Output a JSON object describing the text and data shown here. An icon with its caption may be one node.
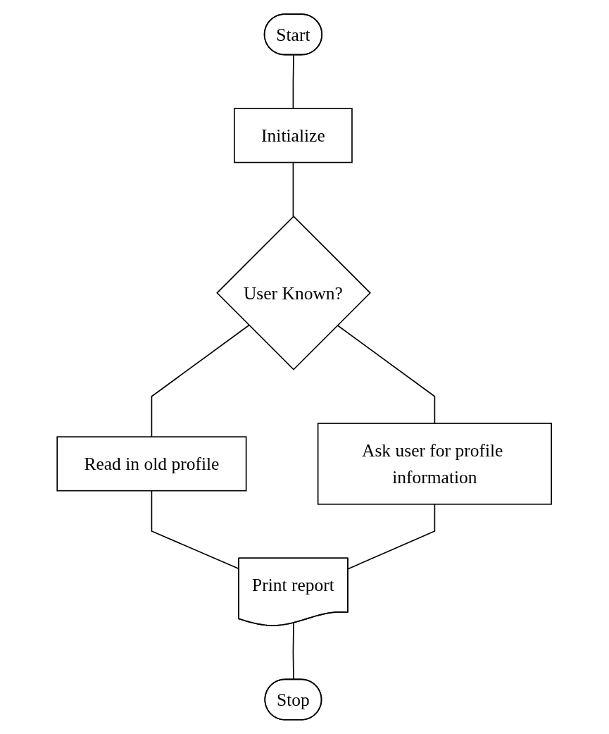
{
  "diagram": {
    "nodes": [
      {
        "text": [
          "Start"
        ]
      },
      {
        "text": [
          "Initialize"
        ]
      },
      {
        "text": [
          "User Known?"
        ]
      },
      {
        "text": [
          "Read in old profile"
        ]
      },
      {
        "text": [
          "Ask user for profile information"
        ]
      },
      {
        "text": [
          "Print report"
        ]
      },
      {
        "text": [
          "Stop"
        ]
      }
    ],
    "edges": [
      {
        "from": 0,
        "to": 1,
        "arrow": "none"
      },
      {
        "from": 1,
        "to": 2,
        "arrow": "none"
      },
      {
        "from": 2,
        "to": 3,
        "arrow": "none"
      },
      {
        "from": 2,
        "to": 4,
        "arrow": "none"
      },
      {
        "from": 3,
        "to": 5,
        "arrow": "none"
      },
      {
        "from": 4,
        "to": 5,
        "arrow": "none"
      },
      {
        "from": 5,
        "to": 6,
        "arrow": "none"
      }
    ]
  }
}
